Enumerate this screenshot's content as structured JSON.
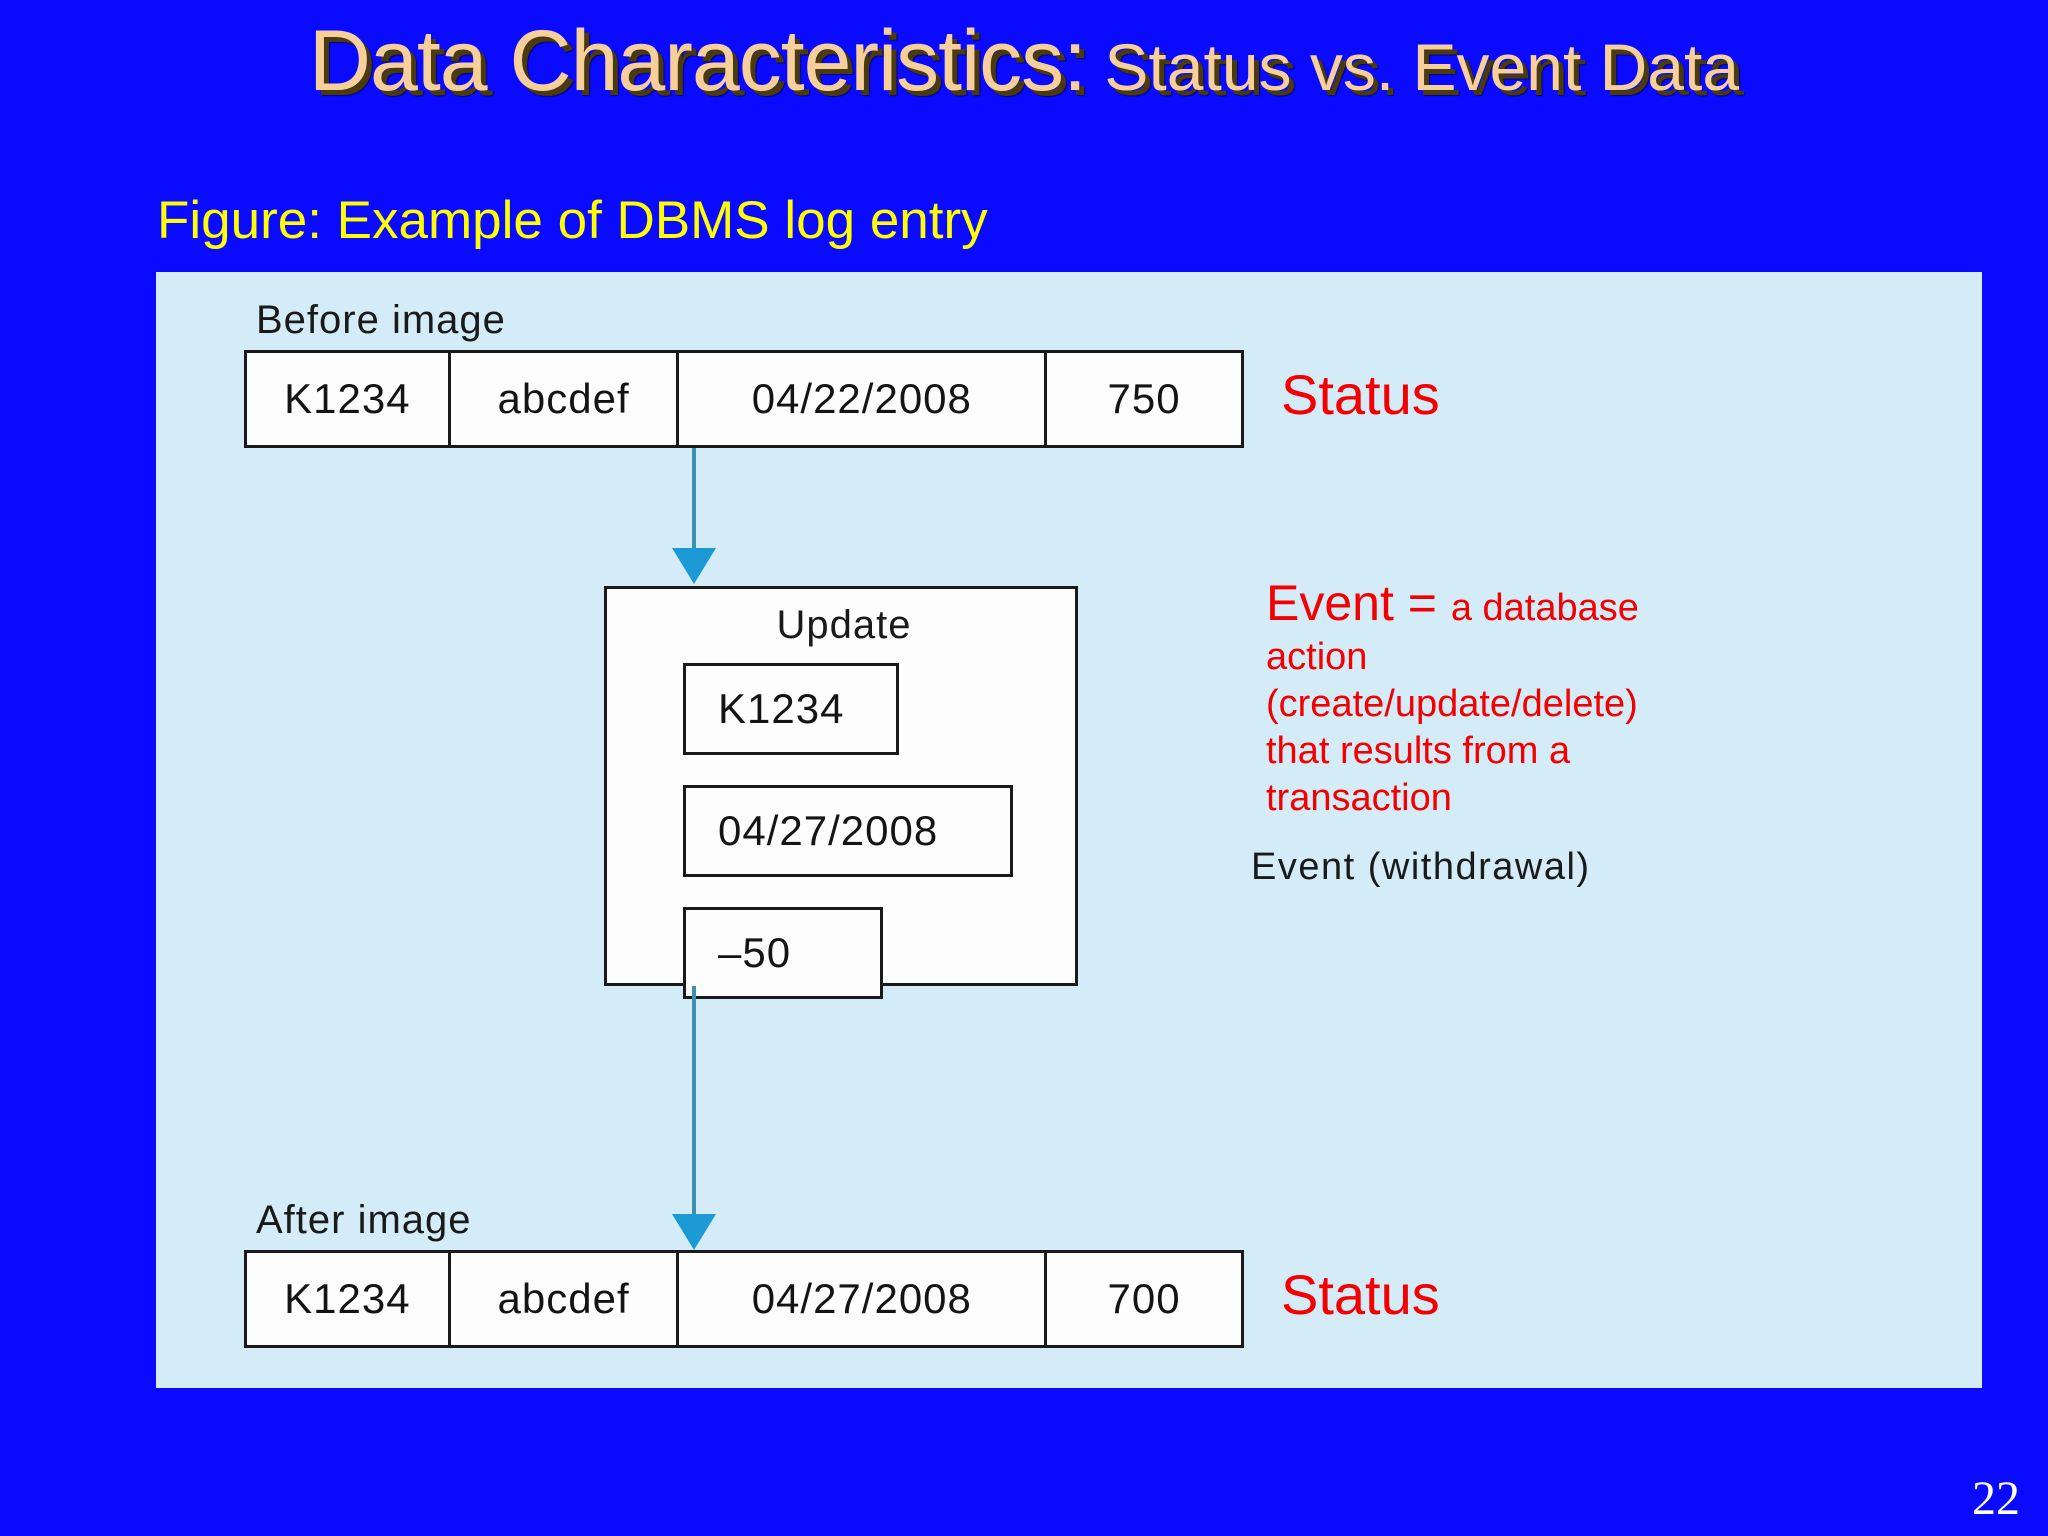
{
  "slide": {
    "title_main": "Data Characteristics:",
    "title_sub": " Status vs. Event Data",
    "figure_caption": "Figure: Example of DBMS log entry",
    "page_number": "22",
    "background_color": "#0a0aff",
    "title_color": "#f7cf9b",
    "caption_color": "#ffff00",
    "panel_color": "#d3ecf8",
    "accent_red": "#f40000",
    "arrow_color": "#1c9ad6"
  },
  "figure": {
    "before": {
      "label": "Before image",
      "cells": [
        "K1234",
        "abcdef",
        "04/22/2008",
        "750"
      ],
      "annotation": "Status"
    },
    "update": {
      "title": "Update",
      "fields": [
        "K1234",
        "04/27/2008",
        "–50"
      ]
    },
    "after": {
      "label": "After image",
      "cells": [
        "K1234",
        "abcdef",
        "04/27/2008",
        "700"
      ],
      "annotation": "Status"
    },
    "event_note": {
      "lead": "Event = ",
      "body": "a database action (create/update/delete) that results from a transaction"
    },
    "event_caption": "Event (withdrawal)"
  }
}
